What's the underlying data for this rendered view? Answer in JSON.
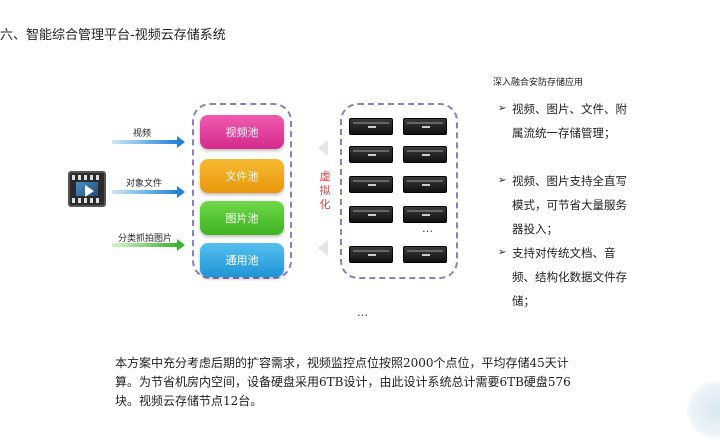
{
  "title": "六、智能综合管理平台-视频云存储系统",
  "inputs": {
    "video": "视频",
    "object_file": "对象文件",
    "snapshot": "分类抓拍图片"
  },
  "pools": [
    {
      "label": "视频池",
      "color": "#e2389c"
    },
    {
      "label": "文件池",
      "color": "#f2a413"
    },
    {
      "label": "图片池",
      "color": "#4fc62f"
    },
    {
      "label": "通用池",
      "color": "#33a9e2"
    }
  ],
  "virtualize": [
    "虚",
    "拟",
    "化"
  ],
  "ellipsis_inner": "…",
  "ellipsis_outer": "…",
  "side_title": "深入融合安防存储应用",
  "bullets": [
    {
      "mark": "➢",
      "text": "视频、图片、文件、附属流统一存储管理；"
    },
    {
      "mark": "➢",
      "text": "视频、图片支持全直写模式，可节省大量服务器投入；"
    },
    {
      "mark": "➢",
      "text": "支持对传统文档、音频、结构化数据文件存储；"
    }
  ],
  "summary": "本方案中充分考虑后期的扩容需求，视频监控点位按照2000个点位，平均存储45天计算。为节省机房内空间，设备硬盘采用6TB设计，由此设计系统总计需要6TB硬盘576块。视频云存储节点12台。"
}
